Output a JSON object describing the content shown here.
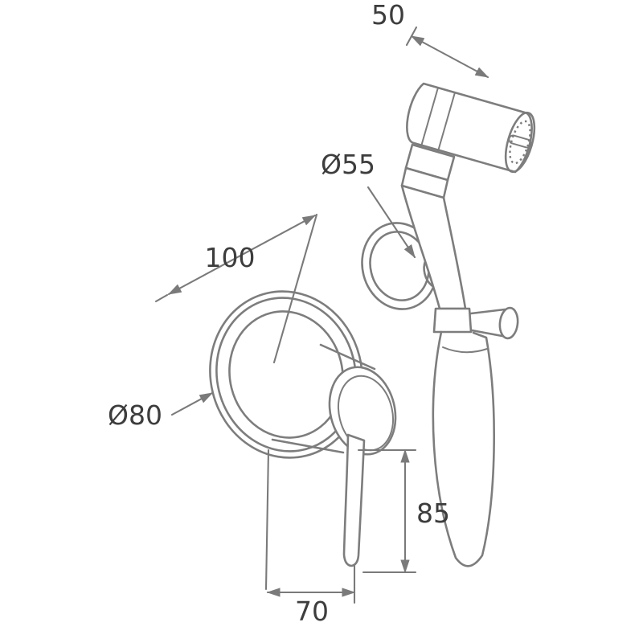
{
  "colors": {
    "background": "#ffffff",
    "line_color": "#7d7d7d",
    "dim_color": "#7a7a7a",
    "text_color": "#3d3d3d"
  },
  "labels": {
    "head_width": "50",
    "holder_diameter": "Ø55",
    "plate_offset": "100",
    "plate_diameter": "Ø80",
    "lever_drop": "85",
    "lever_reach": "70"
  }
}
